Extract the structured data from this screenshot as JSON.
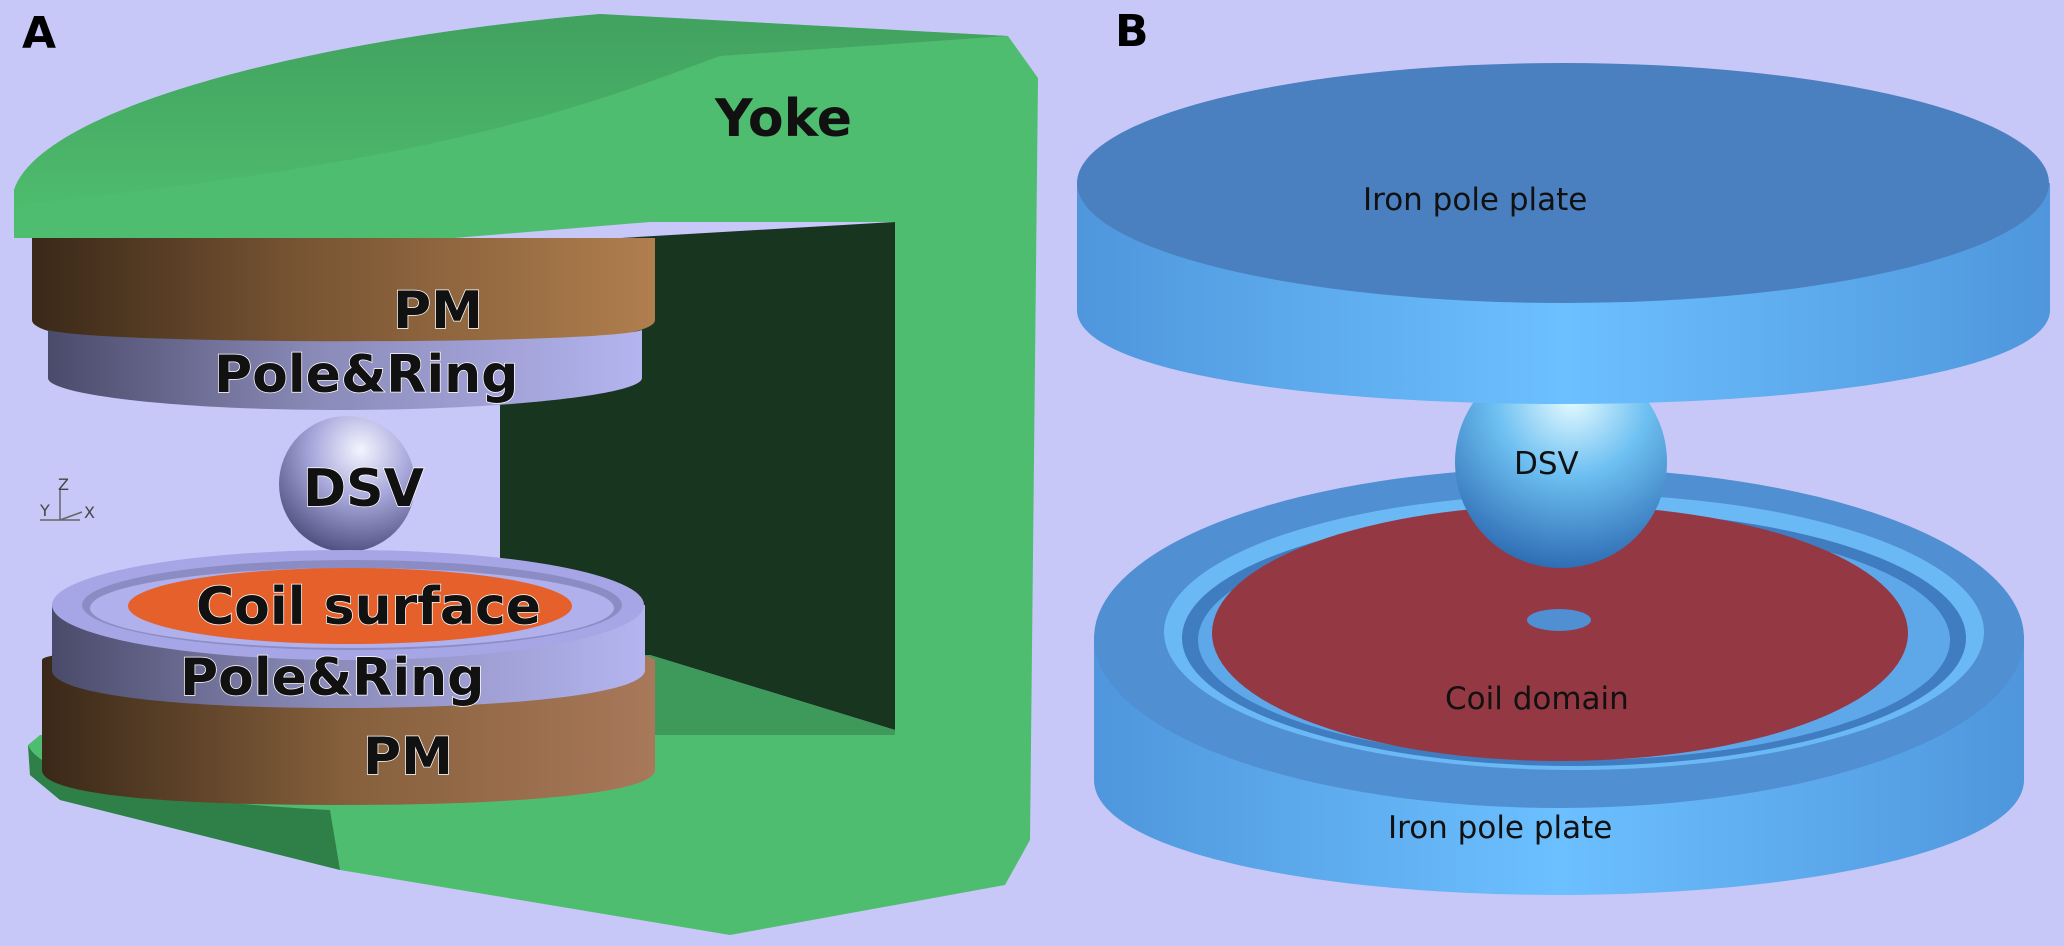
{
  "panel_a": {
    "label": "A",
    "yoke_label": "Yoke",
    "pm_top_label": "PM",
    "pole_ring_top_label": "Pole&Ring",
    "dsv_label": "DSV",
    "coil_surface_label": "Coil surface",
    "pole_ring_bottom_label": "Pole&Ring",
    "pm_bottom_label": "PM",
    "axes": {
      "z": "Z",
      "y": "Y",
      "x": "X"
    }
  },
  "panel_b": {
    "label": "B",
    "top_plate_label": "Iron pole plate",
    "dsv_label": "DSV",
    "coil_domain_label": "Coil domain",
    "bottom_plate_label": "Iron pole plate"
  },
  "colors": {
    "background": "#c8c8f8",
    "yoke": "#4fbd6f",
    "yoke_interior": "#18351f",
    "pm": "#a8764a",
    "pole_ring": "#a8a8e8",
    "coil_surface": "#e5602a",
    "iron_plate_top": "#4a80c0",
    "iron_plate_side": "#5aa8ee",
    "coil_domain": "#943844"
  }
}
